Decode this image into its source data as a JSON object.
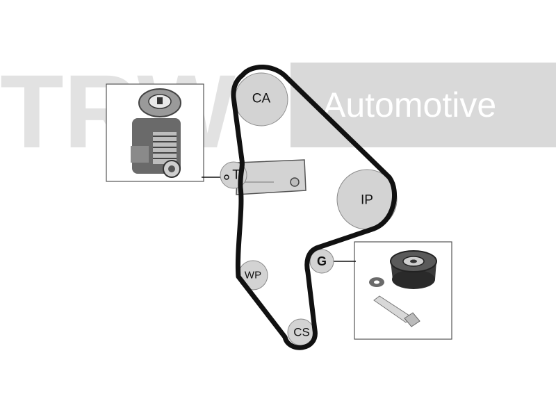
{
  "watermark": {
    "brand": "TRW",
    "tagline": "Automotive"
  },
  "pulleys": {
    "ca": "CA",
    "t": "T",
    "ip": "IP",
    "g": "G",
    "wp": "WP",
    "cs": "CS"
  },
  "colors": {
    "belt": "#111111",
    "pulley_fill": "#d3d3d3",
    "pulley_stroke": "#8a8a8a",
    "watermark": "#dcdcdc",
    "watermark_band": "#d9d9d9"
  }
}
